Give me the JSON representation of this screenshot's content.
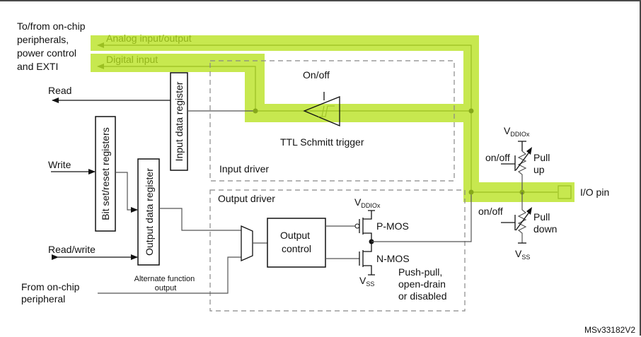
{
  "diagram": {
    "left_labels": {
      "peripherals": [
        "To/from on-chip",
        "peripherals,",
        "power control",
        "and EXTI"
      ],
      "read": "Read",
      "write": "Write",
      "read_write": "Read/write",
      "from_peripheral": [
        "From on-chip",
        "peripheral"
      ],
      "alternate_function": [
        "Alternate function",
        "output"
      ]
    },
    "highlight_paths": {
      "analog": "Analog input/output",
      "digital": "Digital input",
      "color": "#c7e84f"
    },
    "registers": {
      "input_data": "Input data register",
      "bit_set_reset": "Bit set/reset registers",
      "output_data": "Output data register"
    },
    "input_driver": {
      "title": "Input driver",
      "schmitt": "TTL Schmitt trigger",
      "on_off": "On/off"
    },
    "output_driver": {
      "title": "Output driver",
      "control": [
        "Output",
        "control"
      ],
      "pmos": "P-MOS",
      "nmos": "N-MOS",
      "vddiox_main": "V",
      "vddiox_sub": "DDIOx",
      "vss_main": "V",
      "vss_sub": "SS",
      "mode": [
        "Push-pull,",
        "open-drain",
        "or disabled"
      ]
    },
    "pull": {
      "vddiox_main": "V",
      "vddiox_sub": "DDIOx",
      "vss_main": "V",
      "vss_sub": "SS",
      "up_on_off": "on/off",
      "down_on_off": "on/off",
      "up": [
        "Pull",
        "up"
      ],
      "down": [
        "Pull",
        "down"
      ]
    },
    "pin": "I/O pin",
    "reference": "MSv33182V2"
  }
}
